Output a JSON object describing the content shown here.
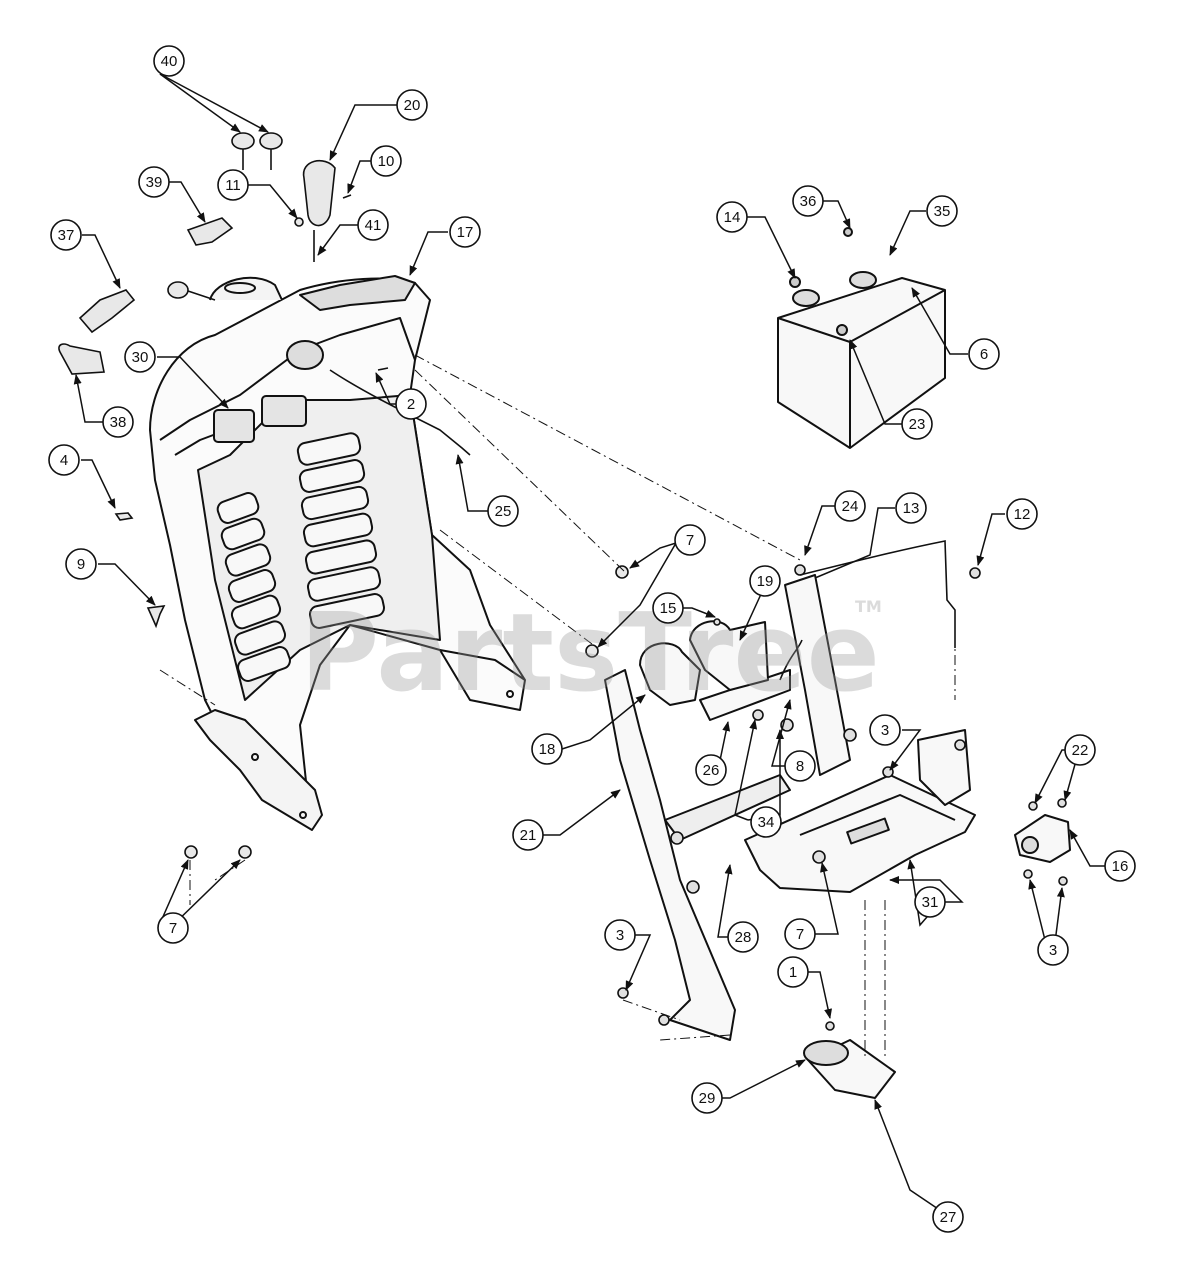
{
  "watermark": {
    "brand": "PartsTree",
    "trademark": "TM"
  },
  "callouts": [
    {
      "id": "c40",
      "label": "40"
    },
    {
      "id": "c20",
      "label": "20"
    },
    {
      "id": "c10",
      "label": "10"
    },
    {
      "id": "c11",
      "label": "11"
    },
    {
      "id": "c39",
      "label": "39"
    },
    {
      "id": "c37",
      "label": "37"
    },
    {
      "id": "c41",
      "label": "41"
    },
    {
      "id": "c17",
      "label": "17"
    },
    {
      "id": "c30",
      "label": "30"
    },
    {
      "id": "c38",
      "label": "38"
    },
    {
      "id": "c2",
      "label": "2"
    },
    {
      "id": "c4",
      "label": "4"
    },
    {
      "id": "c25",
      "label": "25"
    },
    {
      "id": "c9",
      "label": "9"
    },
    {
      "id": "c7a",
      "label": "7"
    },
    {
      "id": "c14",
      "label": "14"
    },
    {
      "id": "c36",
      "label": "36"
    },
    {
      "id": "c35",
      "label": "35"
    },
    {
      "id": "c6",
      "label": "6"
    },
    {
      "id": "c23",
      "label": "23"
    },
    {
      "id": "c24",
      "label": "24"
    },
    {
      "id": "c13",
      "label": "13"
    },
    {
      "id": "c12",
      "label": "12"
    },
    {
      "id": "c7b",
      "label": "7"
    },
    {
      "id": "c19",
      "label": "19"
    },
    {
      "id": "c15",
      "label": "15"
    },
    {
      "id": "c18",
      "label": "18"
    },
    {
      "id": "c26",
      "label": "26"
    },
    {
      "id": "c8",
      "label": "8"
    },
    {
      "id": "c34",
      "label": "34"
    },
    {
      "id": "c3a",
      "label": "3"
    },
    {
      "id": "c22",
      "label": "22"
    },
    {
      "id": "c16",
      "label": "16"
    },
    {
      "id": "c21",
      "label": "21"
    },
    {
      "id": "c31",
      "label": "31"
    },
    {
      "id": "c28",
      "label": "28"
    },
    {
      "id": "c7c",
      "label": "7"
    },
    {
      "id": "c3b",
      "label": "3"
    },
    {
      "id": "c3c",
      "label": "3"
    },
    {
      "id": "c1",
      "label": "1"
    },
    {
      "id": "c29",
      "label": "29"
    },
    {
      "id": "c27",
      "label": "27"
    }
  ]
}
